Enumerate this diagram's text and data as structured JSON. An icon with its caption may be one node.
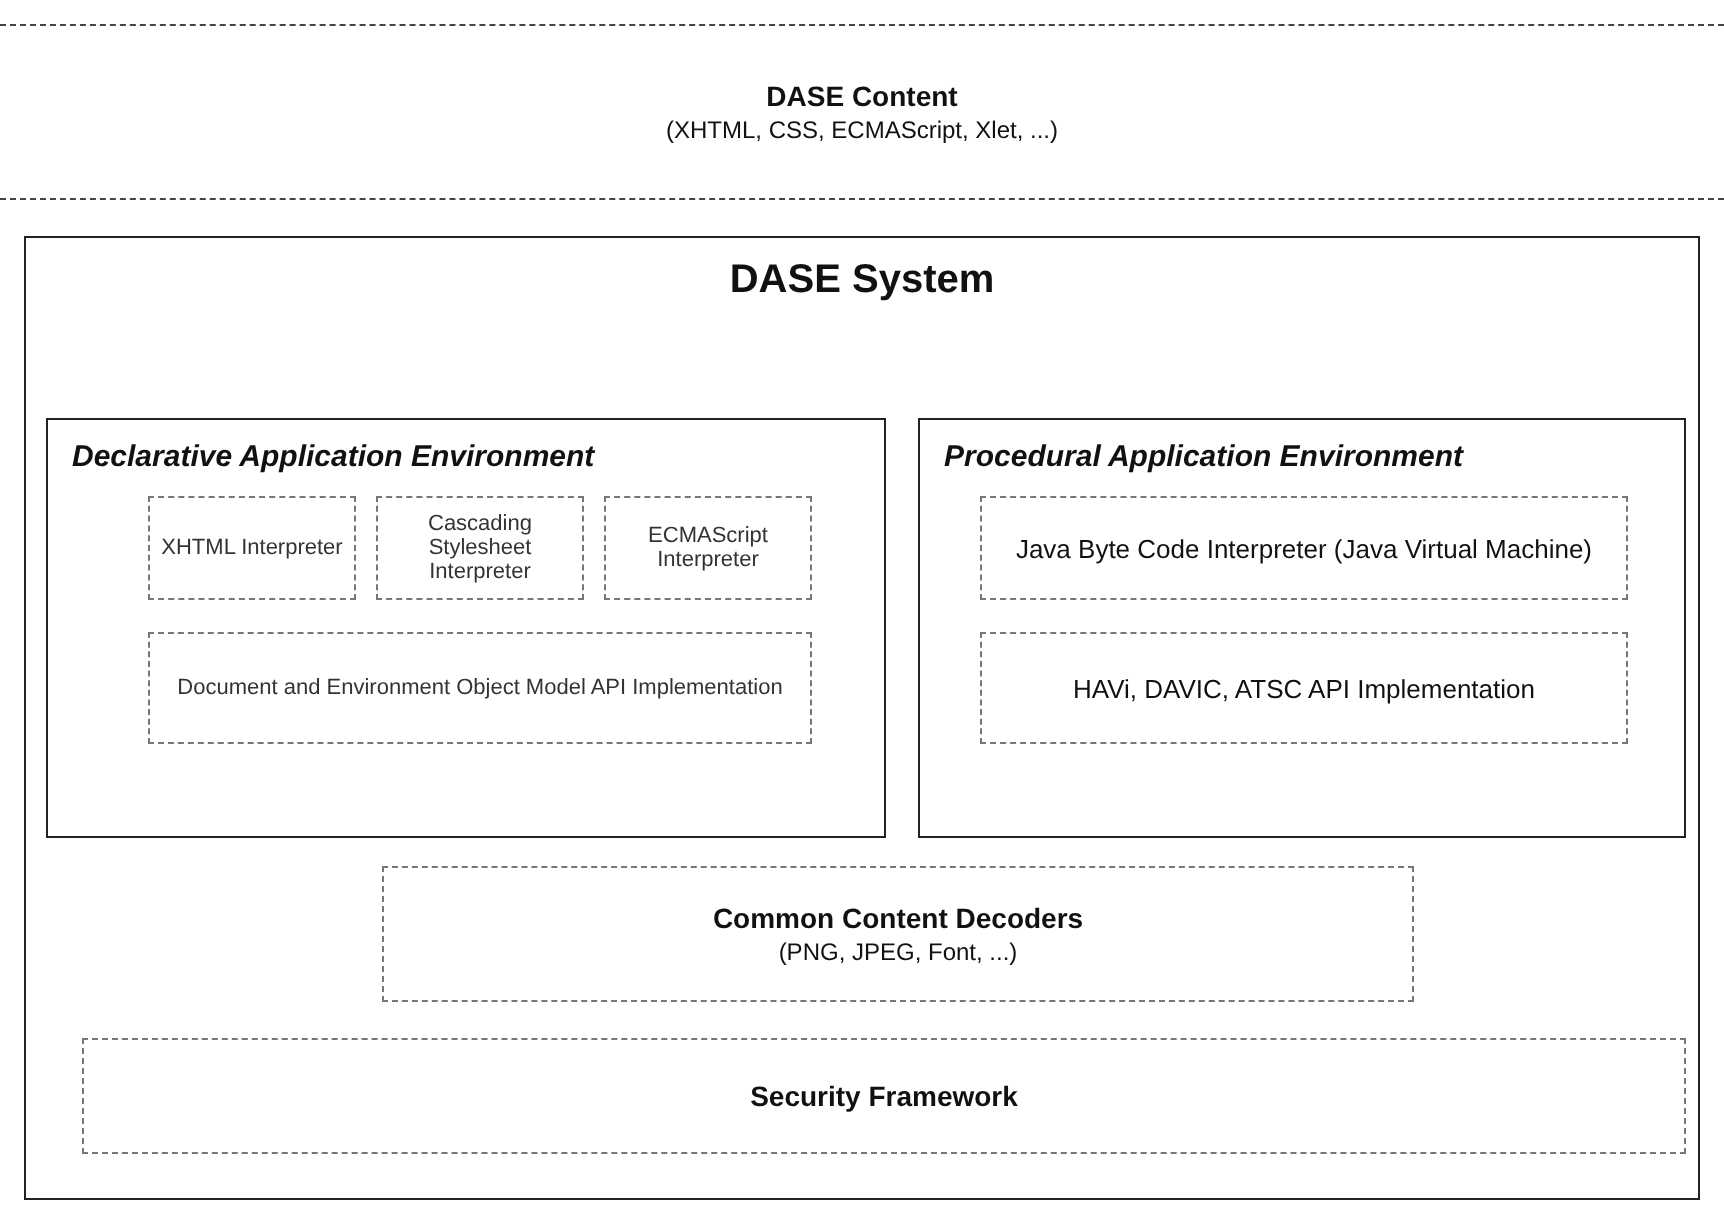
{
  "diagram": {
    "nodes": [
      {
        "text": [
          "DASE Content",
          "(XHTML, CSS, ECMAScript, Xlet, ...)"
        ]
      },
      {
        "text": [
          "DASE System"
        ]
      },
      {
        "text": [
          "Declarative Application Environment"
        ],
        "in": 1
      },
      {
        "text": [
          "XHTML Interpreter"
        ],
        "in": 2
      },
      {
        "text": [
          "Cascading Stylesheet Interpreter"
        ],
        "in": 2
      },
      {
        "text": [
          "ECMAScript Interpreter"
        ],
        "in": 2
      },
      {
        "text": [
          "Document and Environment Object Model API Implementation"
        ],
        "in": 2
      },
      {
        "text": [
          "Procedural Application Environment"
        ],
        "in": 1
      },
      {
        "text": [
          "Java Byte Code Interpreter (Java Virtual Machine)"
        ],
        "in": 7
      },
      {
        "text": [
          "HAVi, DAVIC, ATSC API Implementation"
        ],
        "in": 7
      },
      {
        "text": [
          "Common Content Decoders",
          "(PNG, JPEG, Font, ...)"
        ],
        "in": 1
      },
      {
        "text": [
          "Security Framework"
        ],
        "in": 1
      }
    ],
    "edges": []
  }
}
